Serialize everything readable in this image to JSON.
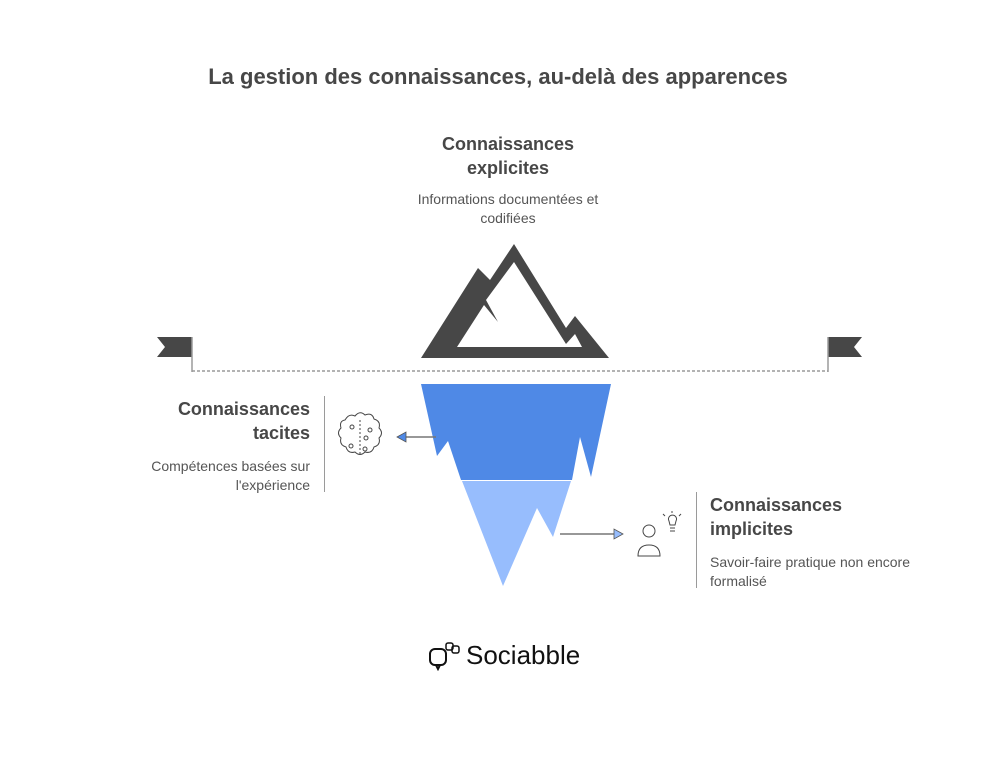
{
  "title": "La gestion des connaissances, au-delà des apparences",
  "explicit": {
    "heading": "Connaissances explicites",
    "heading_l1": "Connaissances",
    "heading_l2": "explicites",
    "desc_l1": "Informations documentées et",
    "desc_l2": "codifiées"
  },
  "tacit": {
    "heading_l1": "Connaissances",
    "heading_l2": "tacites",
    "desc_l1": "Compétences basées sur",
    "desc_l2": "l'expérience"
  },
  "implicit": {
    "heading_l1": "Connaissances",
    "heading_l2": "implicites",
    "desc_l1": "Savoir-faire pratique non encore",
    "desc_l2": "formalisé"
  },
  "brand": "Sociabble",
  "colors": {
    "dark": "#474747",
    "tacit_blue": "#4f89e6",
    "implicit_blue": "#97bdfd"
  }
}
